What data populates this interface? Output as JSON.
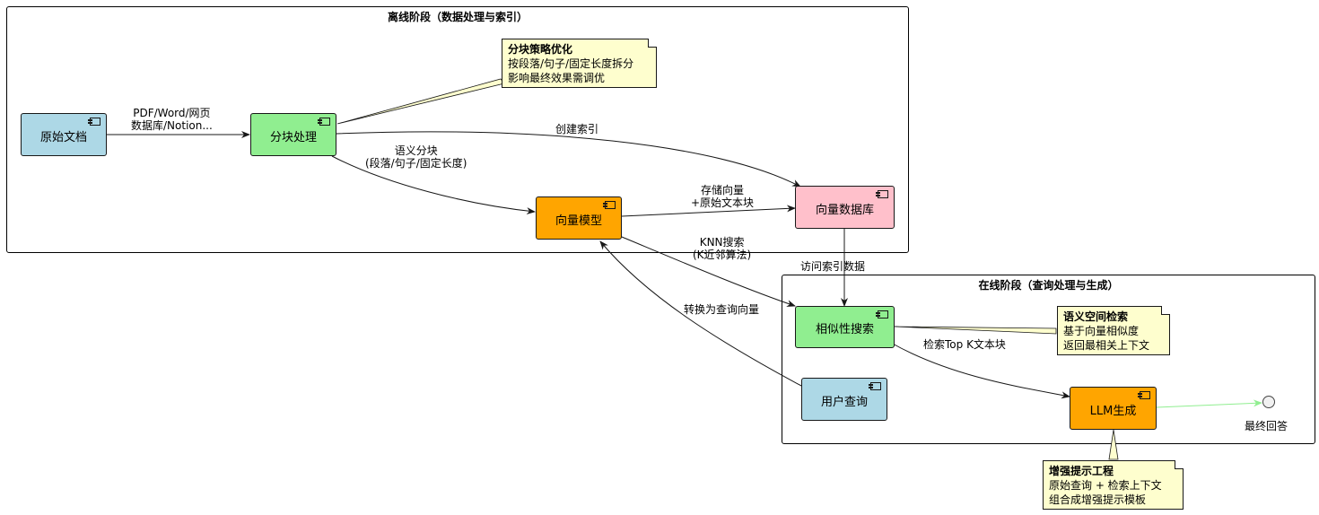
{
  "offline": {
    "title": "离线阶段（数据处理与索引）"
  },
  "online": {
    "title": "在线阶段（查询处理与生成）"
  },
  "components": {
    "raw_docs": "原始文档",
    "chunking": "分块处理",
    "embedding_model": "向量模型",
    "vector_db": "向量数据库",
    "similarity_search": "相似性搜索",
    "user_query": "用户查询",
    "llm": "LLM生成"
  },
  "notes": {
    "chunk_strategy": {
      "title": "分块策略优化",
      "lines": [
        "按段落/句子/固定长度拆分",
        "影响最终效果需调优"
      ]
    },
    "semantic_search": {
      "title": "语义空间检索",
      "lines": [
        "基于向量相似度",
        "返回最相关上下文"
      ]
    },
    "augmented_prompt": {
      "title": "增强提示工程",
      "lines": [
        "原始查询 + 检索上下文",
        "组合成增强提示模板"
      ]
    }
  },
  "edges": {
    "docs_to_chunk": [
      "PDF/Word/网页",
      "数据库/Notion..."
    ],
    "create_index": "创建索引",
    "semantic_chunk": [
      "语义分块",
      "(段落/句子/固定长度)"
    ],
    "store_vectors": [
      "存储向量",
      "+原始文本块"
    ],
    "knn": [
      "KNN搜索",
      "(K近邻算法)"
    ],
    "access_index": "访问索引数据",
    "to_query_vector": "转换为查询向量",
    "retrieve_topk": "检索Top K文本块"
  },
  "final_answer": "最终回答",
  "colors": {
    "source": "#add8e6",
    "process": "#90ee90",
    "model": "#ffa500",
    "store": "#ffc0cb",
    "note": "#fefece",
    "output_edge": "#90ee90"
  }
}
